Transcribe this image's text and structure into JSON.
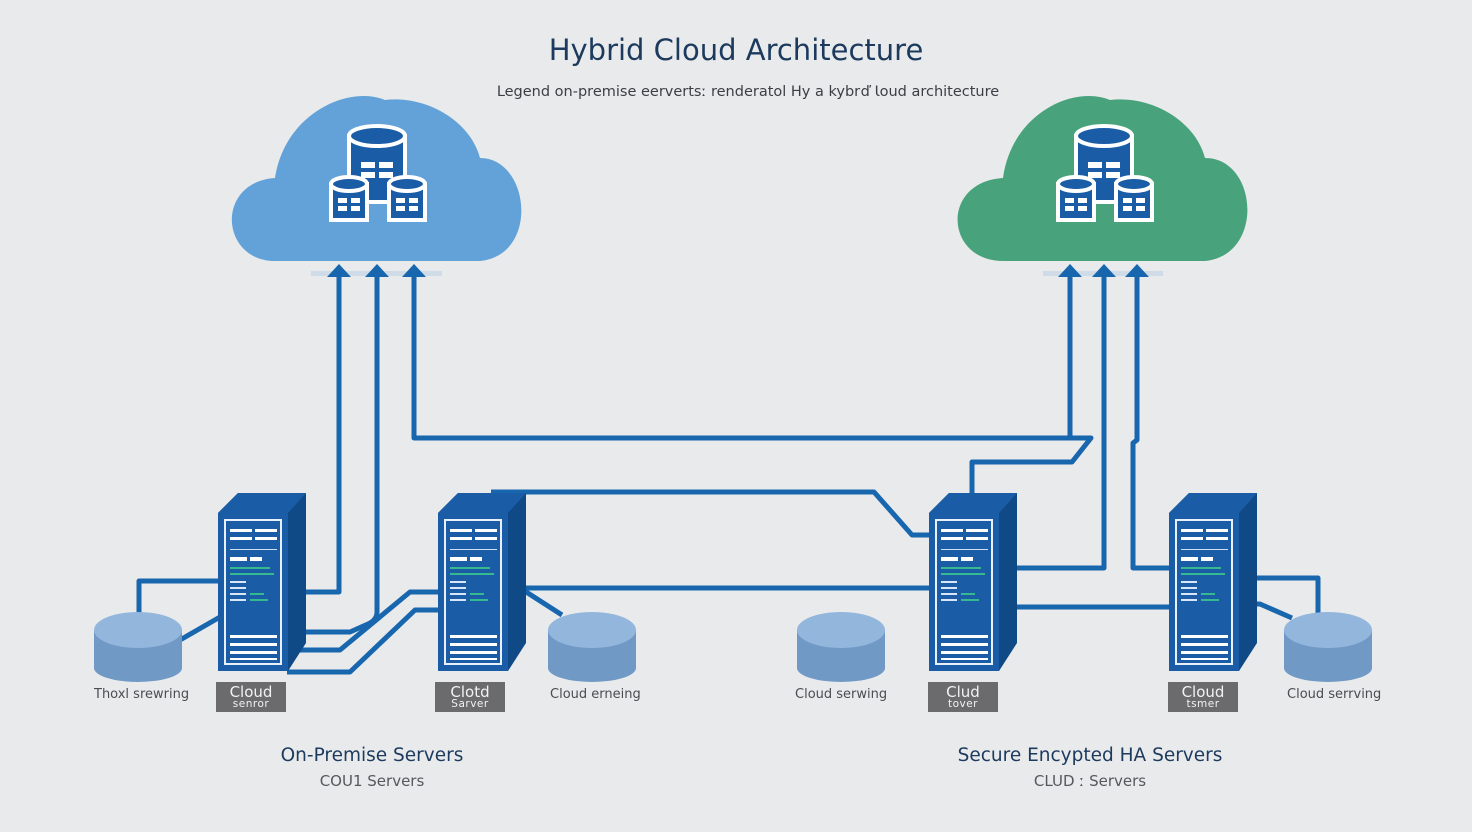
{
  "header": {
    "title": "Hybrid Cloud Architecture",
    "subtitle": "Legend on-premise eervertsː renderatol Hy a kybrď Ɩoud architecture"
  },
  "colors": {
    "background": "#e9eaeb",
    "cloud_left": "#62a2d8",
    "cloud_right": "#48a37d",
    "connector": "#1766ae",
    "server_front": "#1a5da6",
    "server_side": "#0f4a87",
    "storage": "#88add6",
    "badge": "#6b6b6d",
    "title_text": "#1c3a5e"
  },
  "clouds": [
    {
      "id": "public-cloud-blue",
      "icon": "database-cluster-icon"
    },
    {
      "id": "public-cloud-green",
      "icon": "database-cluster-icon"
    }
  ],
  "servers": [
    {
      "badge_line1": "Cloud",
      "badge_line2": "senror"
    },
    {
      "badge_line1": "Clotd",
      "badge_line2": "Sarver"
    },
    {
      "badge_line1": "Clud",
      "badge_line2": "tover"
    },
    {
      "badge_line1": "Cloud",
      "badge_line2": "tsmer"
    }
  ],
  "storage": [
    {
      "label": "Thoxl srewring"
    },
    {
      "label": "Cloud erneing"
    },
    {
      "label": "Cloud serwing"
    },
    {
      "label": "Cloud serrving"
    }
  ],
  "groups": [
    {
      "title": "On-Premise Servers",
      "subtitle": "COU1 Servers"
    },
    {
      "title": "Secure Encypted HA Servers",
      "subtitle": "CLUD ː Servers"
    }
  ]
}
